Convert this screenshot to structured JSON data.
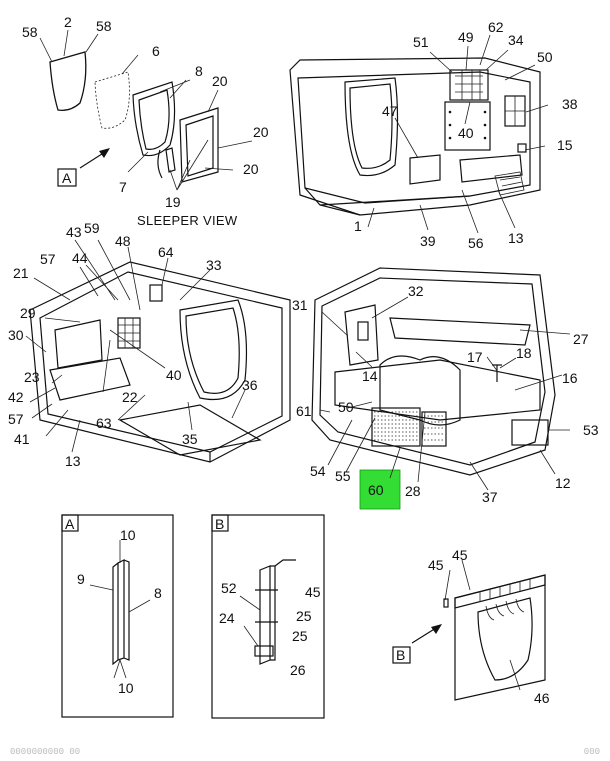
{
  "caption": "SLEEPER VIEW",
  "highlight_color": "#33dd33",
  "view_labels": [
    "A",
    "A",
    "B",
    "B"
  ],
  "part_labels": [
    "2",
    "58",
    "58",
    "6",
    "8",
    "20",
    "20",
    "20",
    "7",
    "19",
    "51",
    "49",
    "62",
    "34",
    "50",
    "38",
    "47",
    "40",
    "15",
    "1",
    "39",
    "56",
    "13",
    "43",
    "59",
    "48",
    "64",
    "33",
    "21",
    "57",
    "44",
    "29",
    "30",
    "23",
    "42",
    "57",
    "41",
    "40",
    "22",
    "63",
    "35",
    "36",
    "13",
    "32",
    "31",
    "27",
    "17",
    "18",
    "14",
    "16",
    "50",
    "61",
    "53",
    "54",
    "55",
    "60",
    "28",
    "37",
    "12",
    "10",
    "9",
    "8",
    "10",
    "52",
    "45",
    "25",
    "24",
    "25",
    "26",
    "45",
    "45",
    "46"
  ],
  "footer": {
    "left": "0000000000 00",
    "right": "000"
  }
}
